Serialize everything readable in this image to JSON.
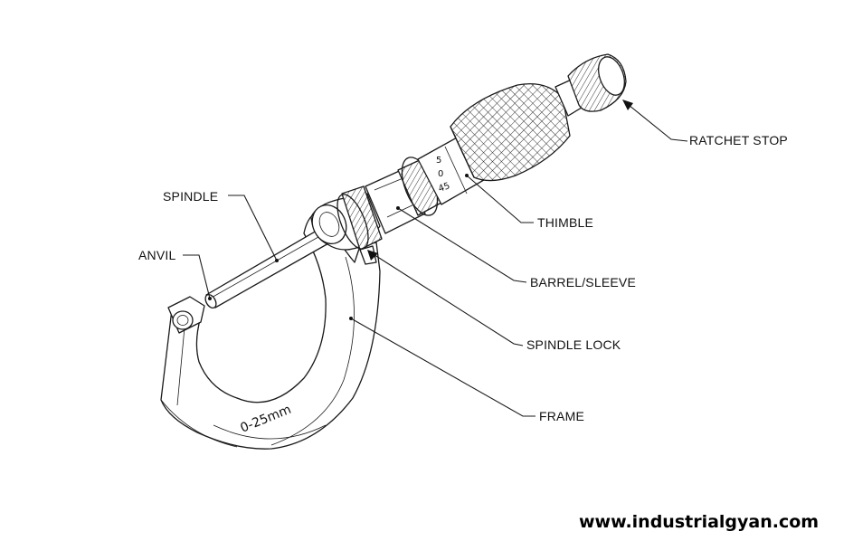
{
  "labels": {
    "ratchet_stop": "RATCHET STOP",
    "thimble": "THIMBLE",
    "barrel_sleeve": "BARREL/SLEEVE",
    "spindle": "SPINDLE",
    "anvil": "ANVIL",
    "spindle_lock": "SPINDLE LOCK",
    "frame": "FRAME"
  },
  "frame_marking": "0-25mm",
  "thimble_scale": [
    "5",
    "0",
    "45"
  ],
  "website": "www.industrialgyan.com"
}
